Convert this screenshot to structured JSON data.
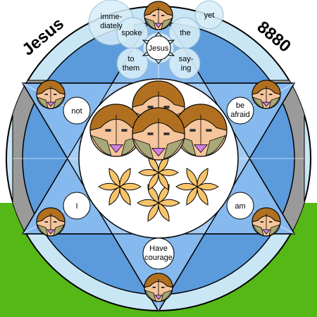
{
  "header": {
    "left": "Jesus",
    "right": "8880"
  },
  "words": {
    "immediately_1": "imme-",
    "immediately_2": "diately",
    "yet": "yet",
    "spoke": "spoke",
    "jesus": "Jesus",
    "the": "the",
    "to": "to",
    "them": "them",
    "saying_1": "say-",
    "saying_2": "ing",
    "not": "not",
    "be": "be",
    "afraid": "afraid",
    "i": "I",
    "am": "am",
    "have": "Have",
    "courage": "courage"
  },
  "colors": {
    "sky": "#ffffff",
    "grass": "#55b817",
    "outer_ring": "#c9e6f5",
    "blue_disc": "#5b9bdc",
    "triangle": "#86b9ee",
    "hexagram_center": "#a6cdf4",
    "gray_side": "#9a9a9a",
    "petal": "#f7c46a",
    "skin": "#f6c59b",
    "hair": "#b07020",
    "collar": "#d080e0",
    "sleeve": "#a8a878",
    "bubble": "#d8eef8"
  }
}
